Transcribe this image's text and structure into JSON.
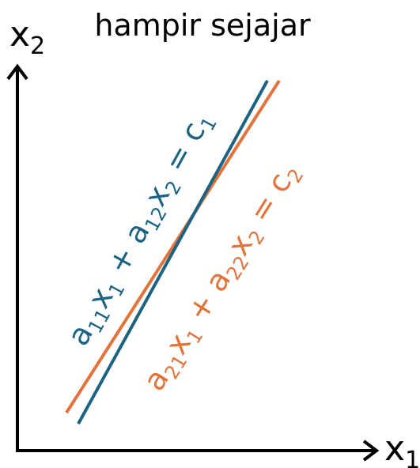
{
  "title": "hampir sejajar",
  "axes": {
    "y_label_base": "x",
    "y_label_sub": "2",
    "x_label_base": "x",
    "x_label_sub": "1"
  },
  "lines": [
    {
      "color": "#1b6383",
      "coef1": "a",
      "coef1_sub": "11",
      "var1": "x",
      "var1_sub": "1",
      "plus": " + ",
      "coef2": "a",
      "coef2_sub": "12",
      "var2": "x",
      "var2_sub": "2",
      "equals": " = ",
      "rhs": "c",
      "rhs_sub": "1"
    },
    {
      "color": "#e2743b",
      "coef1": "a",
      "coef1_sub": "21",
      "var1": "x",
      "var1_sub": "1",
      "plus": " + ",
      "coef2": "a",
      "coef2_sub": "22",
      "var2": "x",
      "var2_sub": "2",
      "equals": " = ",
      "rhs": "c",
      "rhs_sub": "2"
    }
  ],
  "colors": {
    "axis": "#000000",
    "title": "#000000"
  }
}
